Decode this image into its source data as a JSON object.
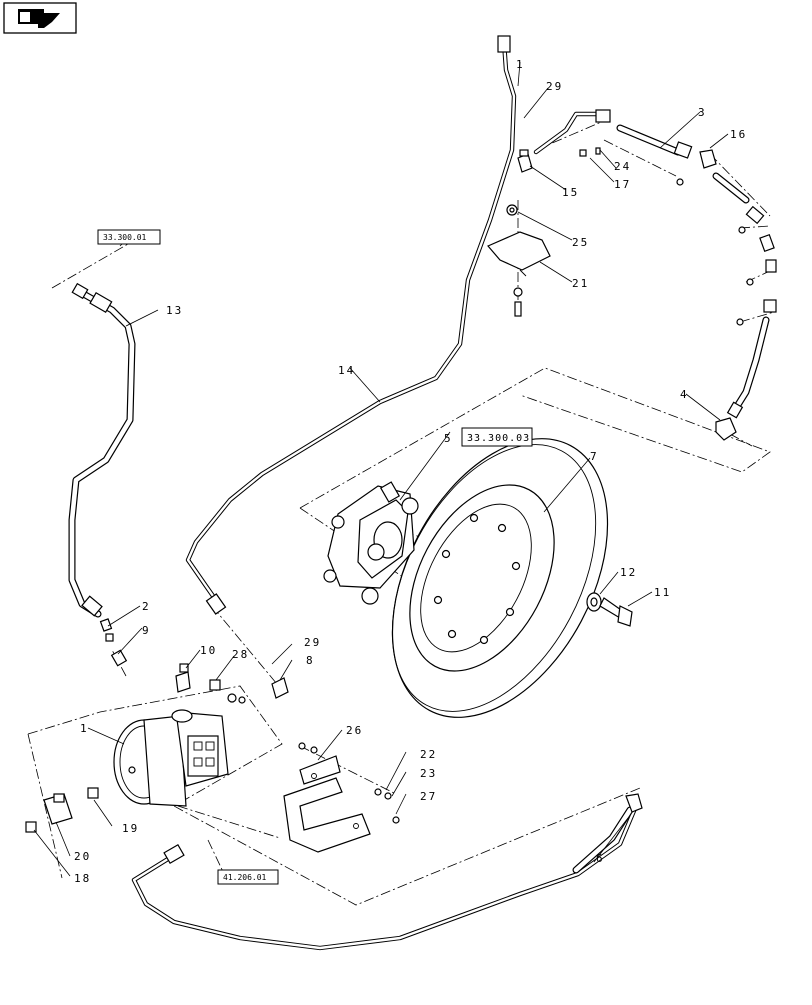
{
  "nav_icon": {
    "name": "view-navigation-icon"
  },
  "references": {
    "ref_top_left": "33.300.01",
    "ref_disc": "33.300.03",
    "ref_bottom": "41.206.01"
  },
  "callouts": {
    "c1": "1",
    "c2": "2",
    "c3": "3",
    "c4": "4",
    "c5": "5",
    "c6": "6",
    "c7": "7",
    "c8": "8",
    "c9": "9",
    "c10": "10",
    "c11": "11",
    "c12": "12",
    "c13": "13",
    "c14": "14",
    "c15": "15",
    "c16": "16",
    "c17": "17",
    "c18": "18",
    "c19": "19",
    "c20": "20",
    "c21": "21",
    "c22": "22",
    "c23": "23",
    "c24": "24",
    "c25": "25",
    "c26": "26",
    "c27": "27",
    "c28": "28",
    "c29a": "29",
    "c29b": "29",
    "c1b": "1"
  }
}
